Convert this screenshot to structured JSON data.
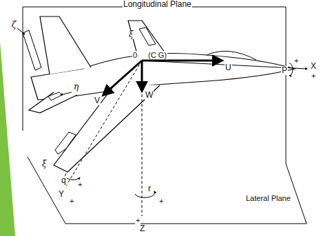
{
  "diagram": {
    "labels": [
      "Longitudinal Plane",
      "ζ",
      "ξ",
      "η",
      "0",
      "(C G)",
      "U",
      "+",
      "P",
      "X",
      "+",
      "V",
      "W",
      "ξ",
      "q",
      "+",
      "Y",
      "+",
      "r",
      "+",
      "Lateral Plane",
      "+",
      "Z"
    ]
  }
}
